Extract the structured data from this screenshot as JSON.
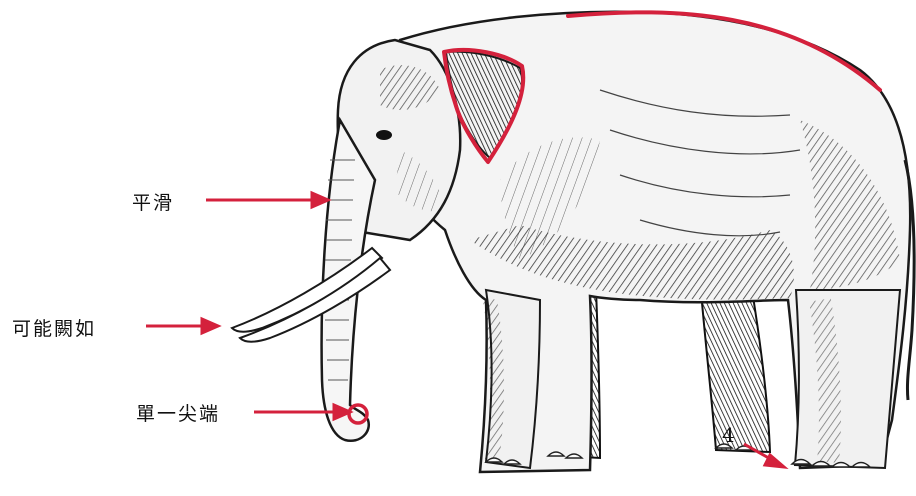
{
  "labels": {
    "smooth": "平滑",
    "tusks": "可能闕如",
    "trunk_tip": "單一尖端",
    "toes": "4"
  },
  "colors": {
    "annotation_red": "#d4213c",
    "ink": "#1a1a1a",
    "skin_light": "#f3f3f3",
    "background": "#ffffff"
  },
  "illustration": {
    "subject": "asian-elephant-engraving",
    "icon_names": [
      "elephant-illustration",
      "ear-outline",
      "back-line",
      "arrow-icon"
    ]
  }
}
